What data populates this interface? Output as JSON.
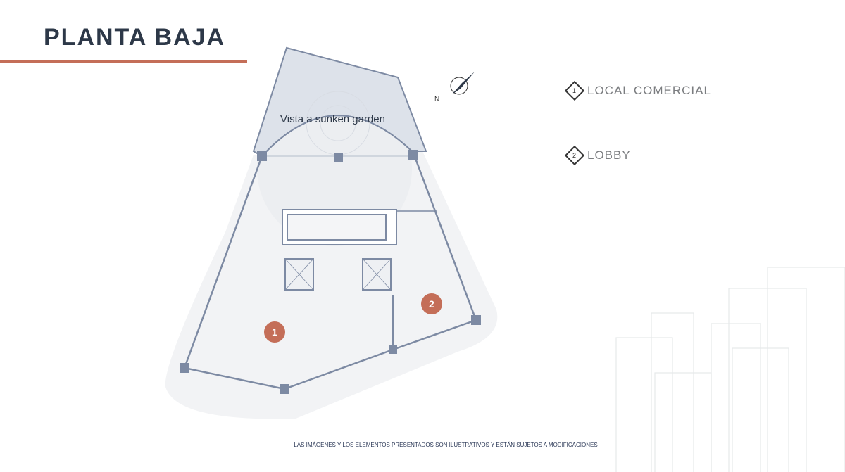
{
  "header": {
    "title": "PLANTA BAJA"
  },
  "plan": {
    "view_label": "Vista a sunken garden",
    "compass_label": "N",
    "markers": [
      "1",
      "2"
    ]
  },
  "legend": [
    {
      "number": "1",
      "label": "LOCAL COMERCIAL"
    },
    {
      "number": "2",
      "label": "LOBBY"
    }
  ],
  "footer": {
    "disclaimer": "LAS IMÁGENES Y LOS ELEMENTOS PRESENTADOS SON ILUSTRATIVOS Y ESTÁN SUJETOS A MODIFICACIONES"
  },
  "colors": {
    "accent": "#c46e58",
    "navy": "#2d3848",
    "wall": "#7d8aa3"
  }
}
